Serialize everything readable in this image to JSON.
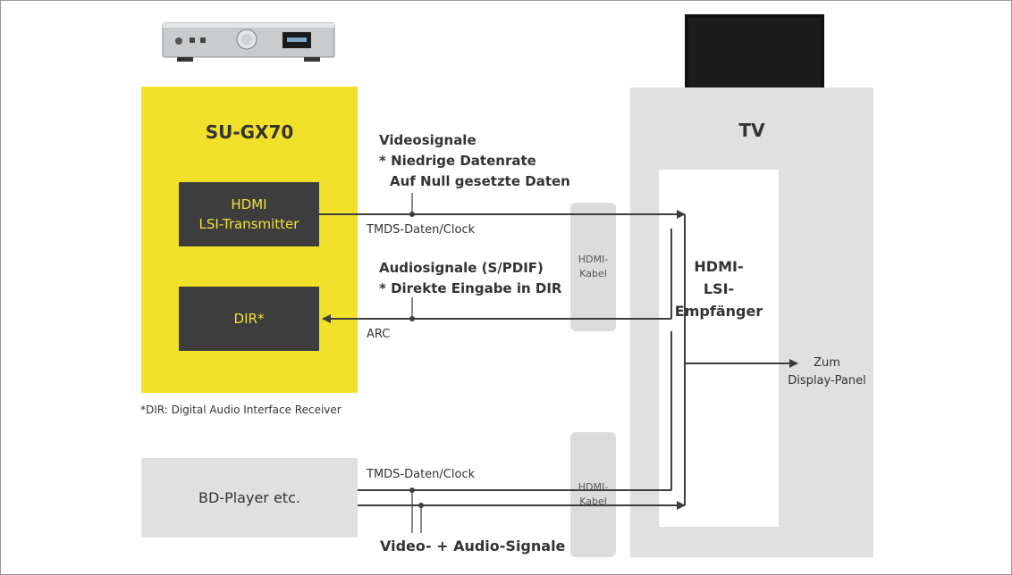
{
  "amplifier": {
    "title": "SU-GX70",
    "transmitter_lines": [
      "HDMI",
      "LSI-Transmitter"
    ],
    "dir_label": "DIR*",
    "footnote": "*DIR: Digital Audio Interface Receiver"
  },
  "tv": {
    "title": "TV",
    "receiver_lines": [
      "HDMI-",
      "LSI-",
      "Empfänger"
    ],
    "output_lines": [
      "Zum",
      "Display-Panel"
    ]
  },
  "video_signal": {
    "lines": [
      "Videosignale",
      "* Niedrige Datenrate",
      "Auf Null gesetzte Daten"
    ],
    "link_label": "TMDS-Daten/Clock"
  },
  "audio_signal": {
    "lines": [
      "Audiosignale (S/PDIF)",
      "* Direkte Eingabe in DIR"
    ],
    "link_label": "ARC"
  },
  "cable_top": {
    "lines": [
      "HDMI-",
      "Kabel"
    ]
  },
  "cable_bottom": {
    "lines": [
      "HDMI-",
      "Kabel"
    ]
  },
  "bd_player": {
    "label": "BD-Player etc.",
    "link_label": "TMDS-Daten/Clock",
    "signal_label": "Video- + Audio-Signale"
  },
  "colors": {
    "amplifier_fill": "#f2e12a",
    "module_fill": "#3d3d3d",
    "module_text": "#f1e03a",
    "tv_fill": "#e0e0e0",
    "line": "#3d3d3d"
  }
}
